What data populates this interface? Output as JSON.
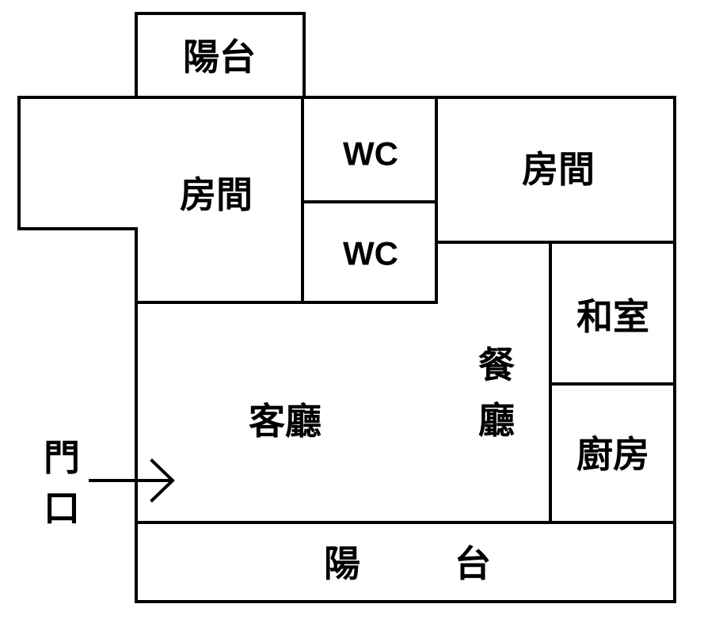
{
  "rooms": {
    "balcony_top": "陽台",
    "bedroom_left": "房間",
    "wc_upper": "WC",
    "wc_lower": "WC",
    "bedroom_right": "房間",
    "japanese_room": "和室",
    "dining_top": "餐",
    "dining_bottom": "廳",
    "living_room": "客廳",
    "kitchen": "廚房",
    "balcony_bottom_left": "陽",
    "balcony_bottom_right": "台"
  },
  "entrance": {
    "label_top": "門",
    "label_bottom": "口"
  }
}
